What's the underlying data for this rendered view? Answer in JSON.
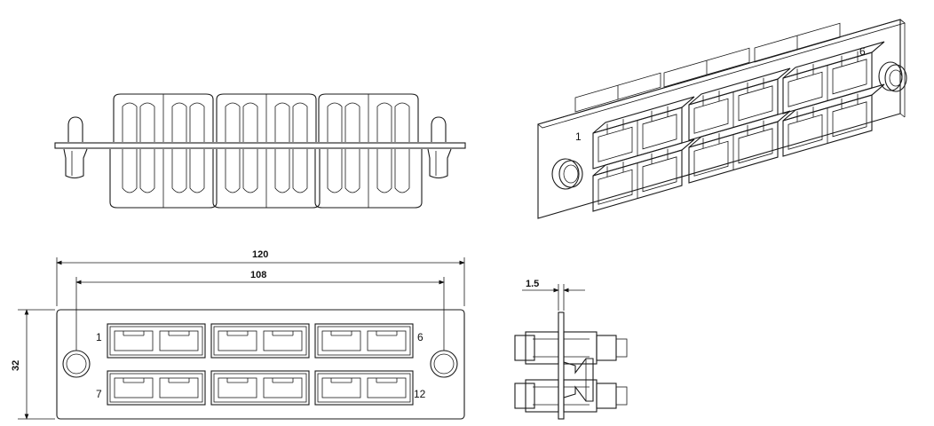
{
  "front_view": {
    "port_labels": {
      "top_left": "1",
      "top_right": "6",
      "bottom_left": "7",
      "bottom_right": "12"
    },
    "dimensions": {
      "overall_width": "120",
      "hole_spacing": "108",
      "height": "32"
    }
  },
  "iso_view": {
    "port_labels": {
      "first": "1",
      "last": "6"
    }
  },
  "side_view": {
    "dimensions": {
      "panel_thickness": "1.5"
    }
  }
}
